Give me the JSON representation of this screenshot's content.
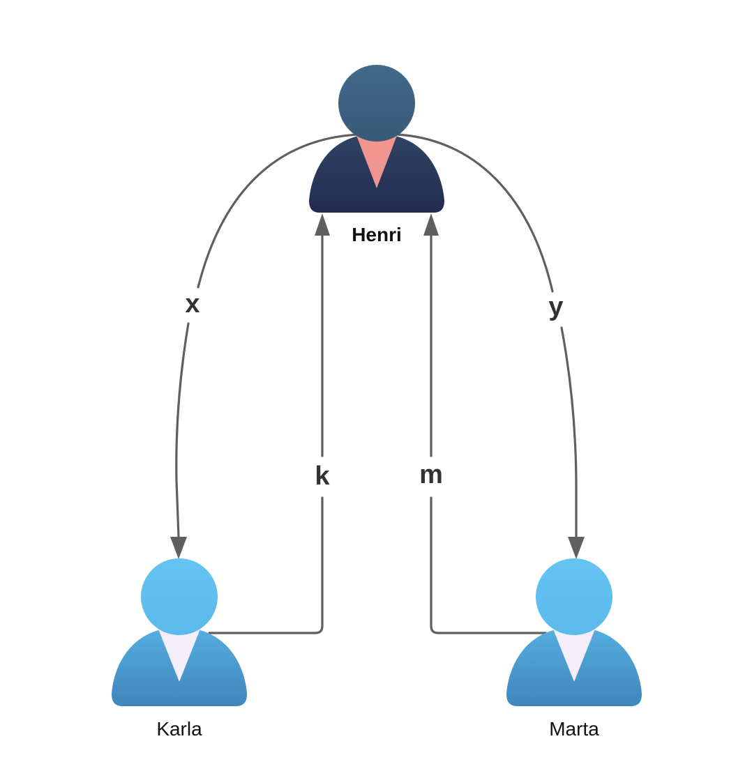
{
  "people": {
    "henri": {
      "name": "Henri"
    },
    "karla": {
      "name": "Karla"
    },
    "marta": {
      "name": "Marta"
    }
  },
  "edges": {
    "x": {
      "label": "x"
    },
    "y": {
      "label": "y"
    },
    "k": {
      "label": "k"
    },
    "m": {
      "label": "m"
    }
  },
  "colors": {
    "henri_head": "#3f6483",
    "henri_body": "#243053",
    "henri_collar": "#f0958f",
    "member_head": "#62c0ef",
    "member_body": "#4592c6",
    "member_collar": "#f3eefa",
    "edge": "#5f5f5f"
  }
}
